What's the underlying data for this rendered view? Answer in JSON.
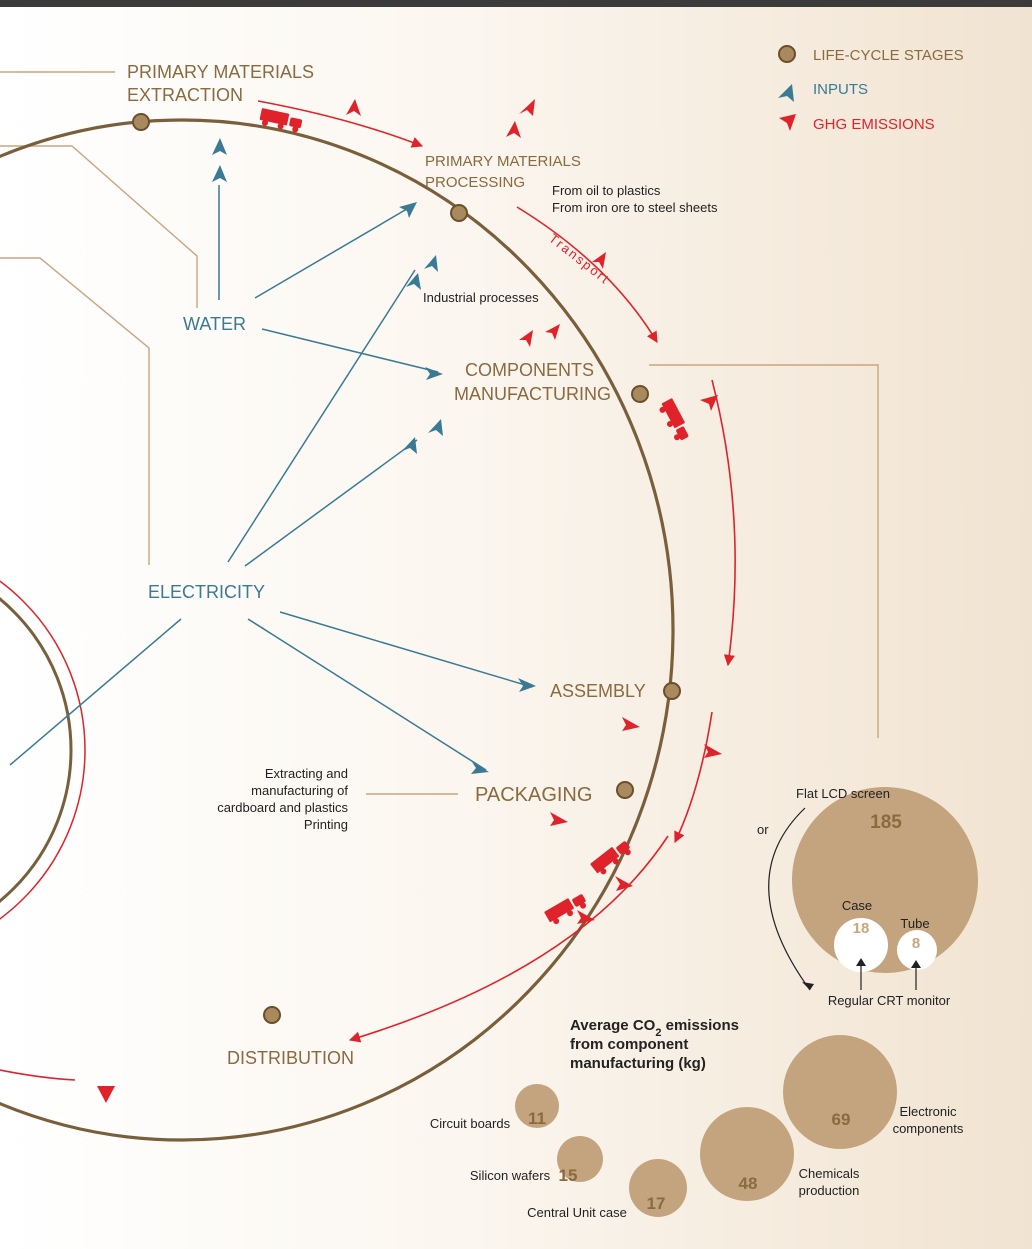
{
  "legend": {
    "stages": "LIFE-CYCLE STAGES",
    "inputs": "INPUTS",
    "emissions": "GHG  EMISSIONS"
  },
  "stages": {
    "extraction_1": "PRIMARY MATERIALS",
    "extraction_2": "EXTRACTION",
    "processing_1": "PRIMARY MATERIALS",
    "processing_2": "PROCESSING",
    "components_1": "COMPONENTS",
    "components_2": "MANUFACTURING",
    "assembly": "ASSEMBLY",
    "packaging": "PACKAGING",
    "distribution": "DISTRIBUTION"
  },
  "inputs": {
    "water": "WATER",
    "electricity": "ELECTRICITY"
  },
  "notes": {
    "processing_1": "From oil to plastics",
    "processing_2": "From iron ore to steel sheets",
    "industrial": "Industrial processes",
    "packaging_1": "Extracting and",
    "packaging_2": "manufacturing of",
    "packaging_3": "cardboard and plastics",
    "packaging_4": "Printing",
    "transport": "Transport"
  },
  "colors": {
    "stage": "#8a6a3e",
    "input": "#3a7a94",
    "emission": "#e0222a",
    "bubble": "#c3a47e",
    "ring": "#7a5f3c"
  },
  "chart_data": {
    "type": "bubble",
    "title_1": "Average CO",
    "title_sub": "2",
    "title_2": " emissions",
    "title_3": "from component",
    "title_4": "manufacturing (kg)",
    "screen": {
      "flat_label": "Flat LCD screen",
      "or_label": "or",
      "flat_value": 185,
      "crt_label": "Regular CRT monitor",
      "case_label": "Case",
      "case_value": 18,
      "tube_label": "Tube",
      "tube_value": 8
    },
    "components": [
      {
        "name": "Electronic",
        "name_2": "components",
        "value": 69
      },
      {
        "name": "Chemicals",
        "name_2": "production",
        "value": 48
      },
      {
        "name": "Central Unit case",
        "value": 17
      },
      {
        "name": "Silicon wafers",
        "value": 15
      },
      {
        "name": "Circuit boards",
        "value": 11
      }
    ]
  }
}
